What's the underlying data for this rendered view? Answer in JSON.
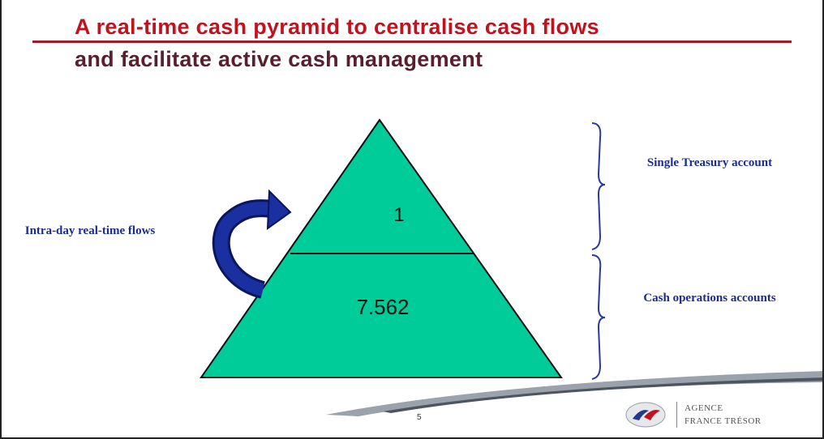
{
  "title": {
    "line1": "A real-time cash pyramid  to centralise cash flows",
    "line2": "and facilitate active cash management"
  },
  "pyramid": {
    "top_value": "1",
    "bottom_value": "7.562",
    "fill_color": "#00cc99"
  },
  "labels": {
    "flows": "Intra-day real-time flows",
    "single_account": "Single Treasury account",
    "cash_accounts": "Cash operations accounts"
  },
  "footer": {
    "page_number": "5",
    "logo_line1": "AGENCE",
    "logo_line2": "FRANCE TRÉSOR"
  },
  "colors": {
    "title_red": "#c0121f",
    "label_blue": "#1c2c8c",
    "arrow_blue": "#1a2fa0"
  }
}
